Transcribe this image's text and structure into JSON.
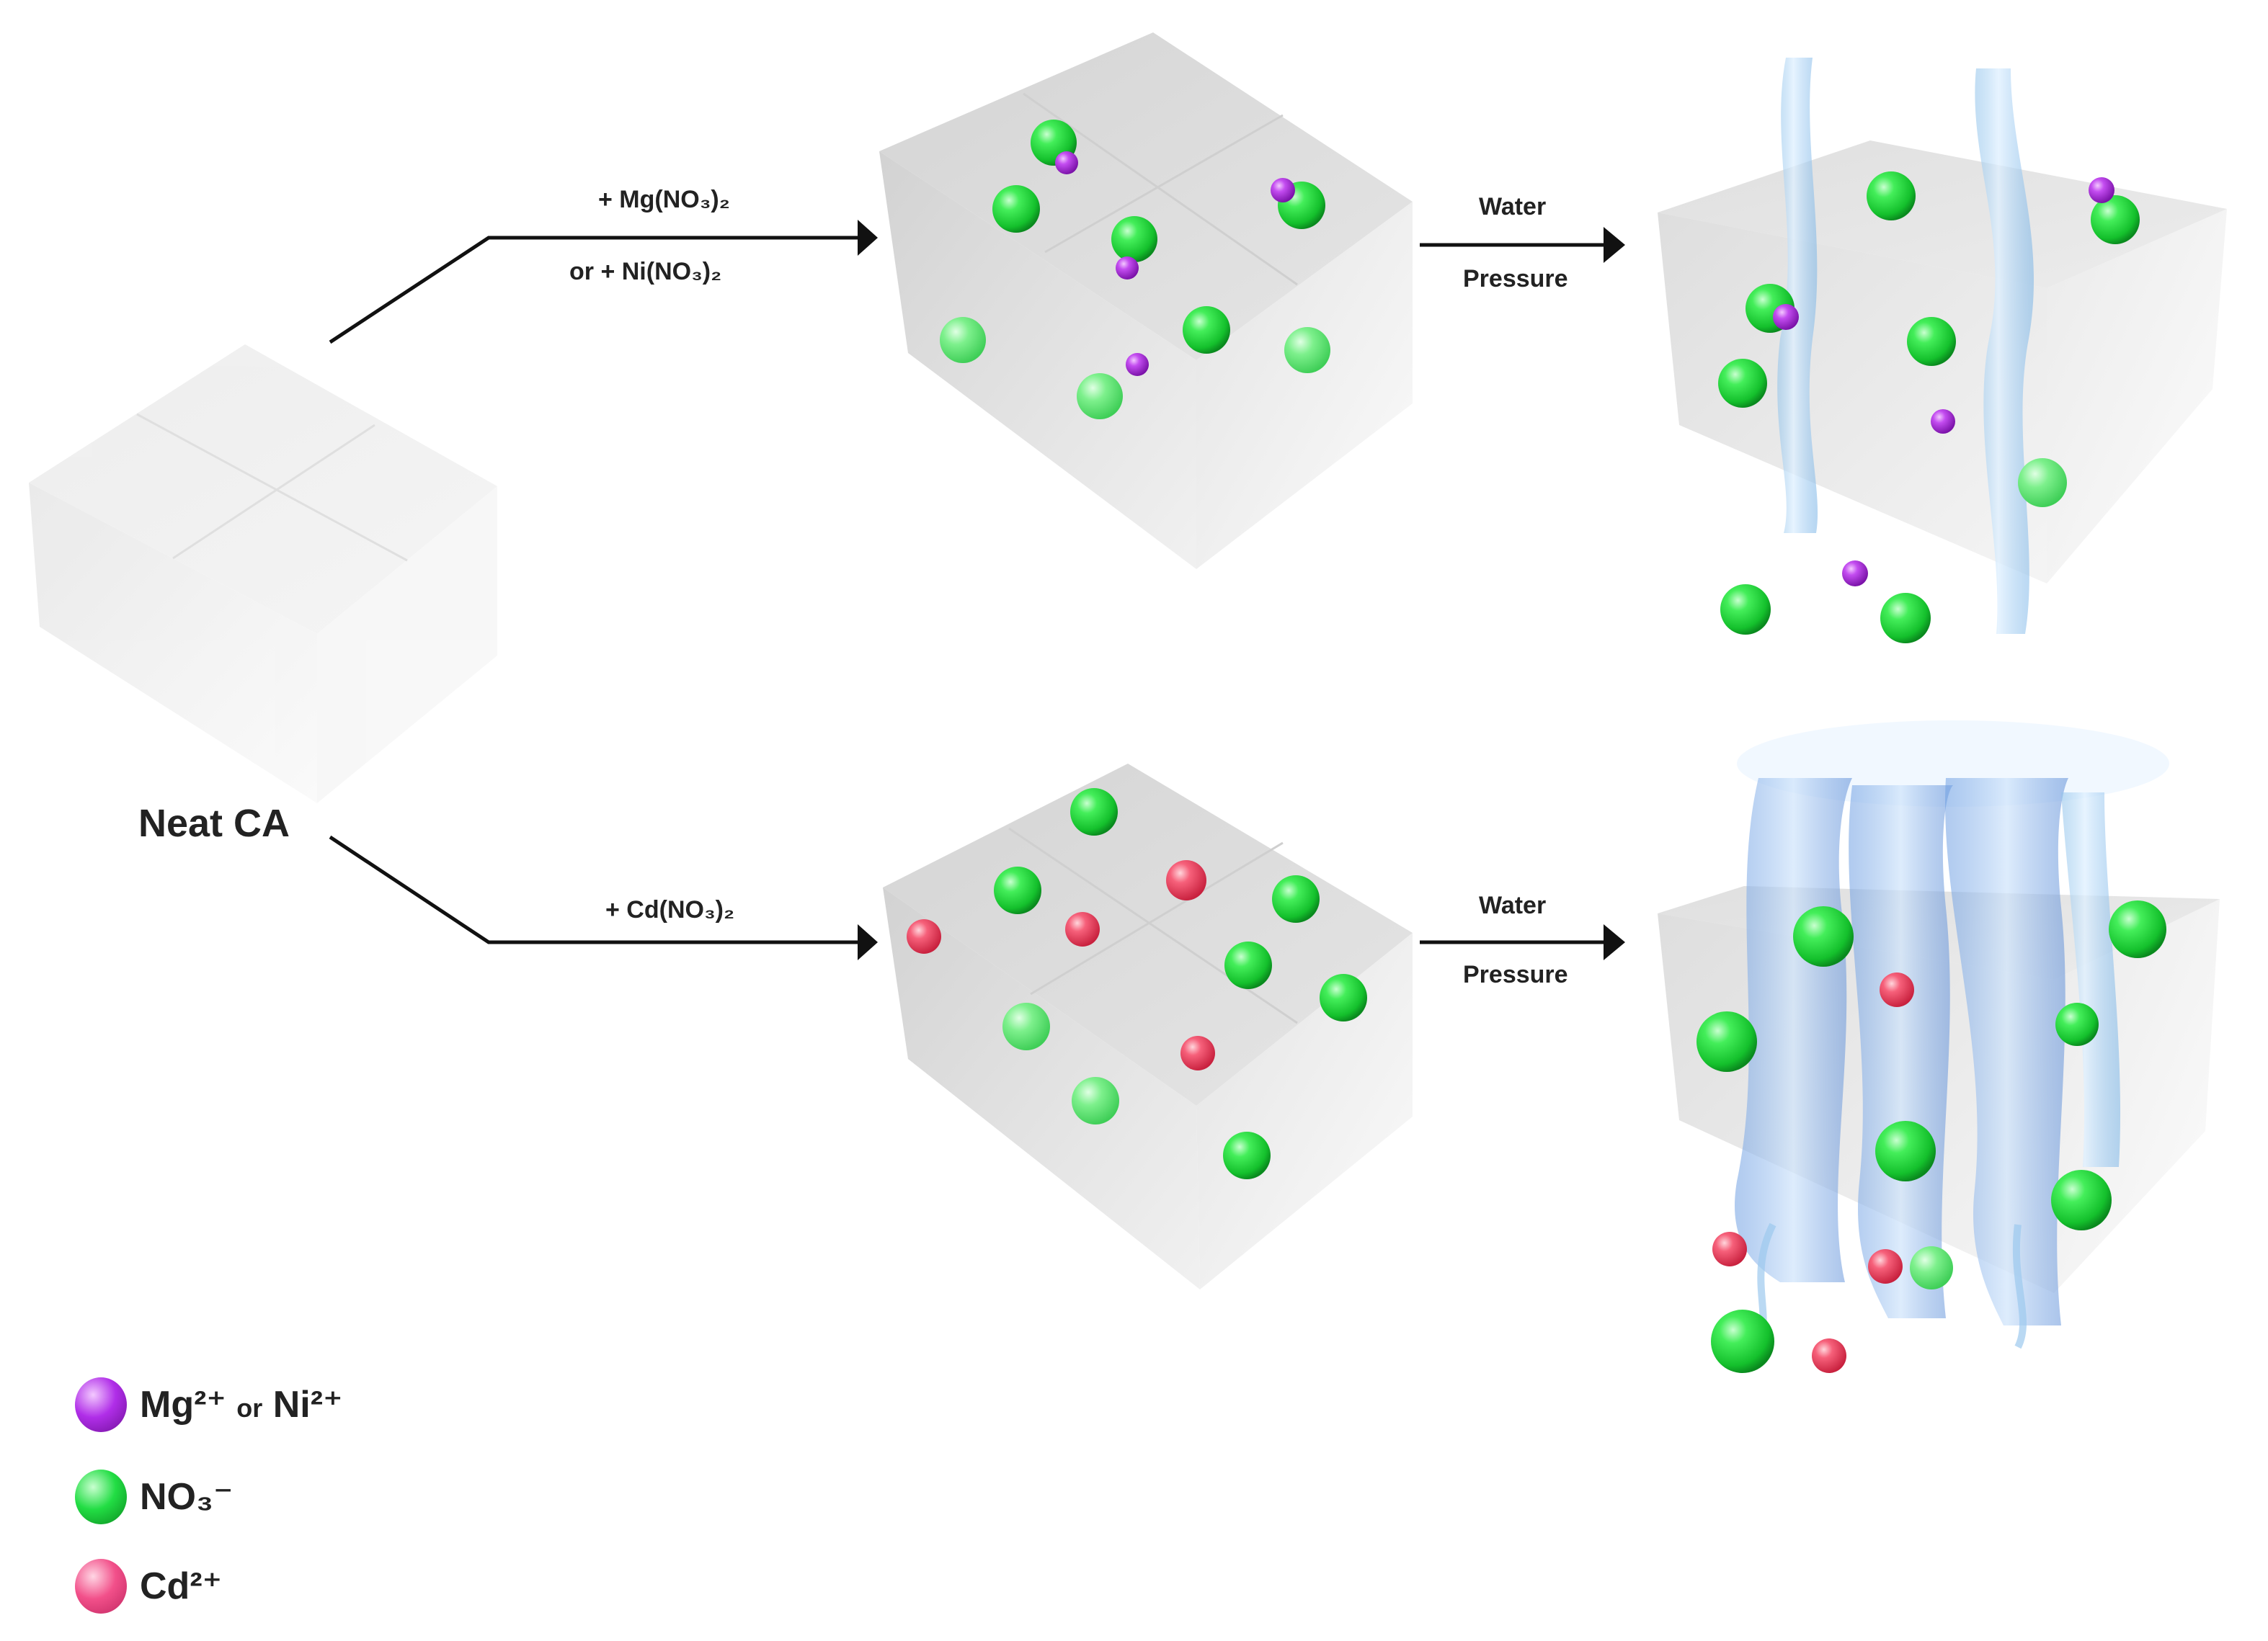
{
  "neat_label": "Neat CA",
  "top_path": {
    "reagent_line1": "+ Mg(NO₃)₂",
    "reagent_line2": "or + Ni(NO₃)₂",
    "process_line1": "Water",
    "process_line2": "Pressure"
  },
  "bottom_path": {
    "reagent_line1": "+ Cd(NO₃)₂",
    "process_line1": "Water",
    "process_line2": "Pressure"
  },
  "legend": [
    {
      "text": "Mg²⁺",
      "connector": "or",
      "text2": "Ni²⁺",
      "color": "#b02ee8",
      "icon": "purple-ion-icon"
    },
    {
      "text": "NO₃⁻",
      "color": "#22dd44",
      "icon": "green-ion-icon"
    },
    {
      "text": "Cd²⁺",
      "color": "#f2508a",
      "icon": "pink-ion-icon"
    }
  ],
  "colors": {
    "mg_ni_ion": "#b02ee8",
    "nitrate_ion": "#22dd44",
    "cd_ion": "#f2508a",
    "membrane": "#d9d9d9",
    "water": "#b8dcf5"
  }
}
